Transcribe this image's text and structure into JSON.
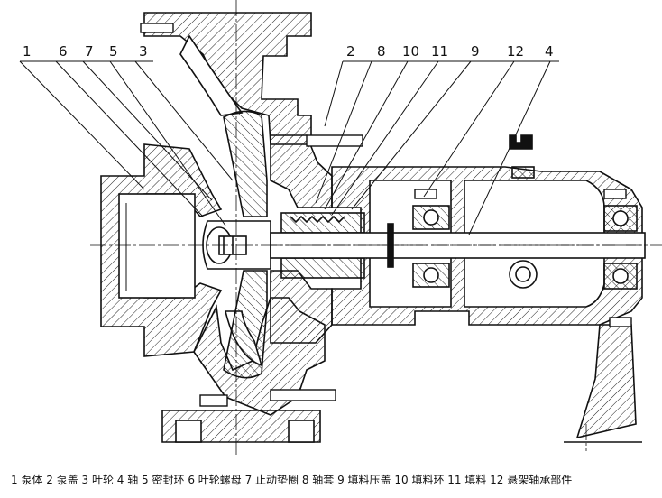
{
  "callouts": [
    "1",
    "6",
    "7",
    "5",
    "3",
    "2",
    "8",
    "10",
    "11",
    "9",
    "12",
    "4"
  ],
  "caption": "1 泵体 2 泵盖 3 叶轮 4 轴 5 密封环 6 叶轮螺母 7 止动垫圈 8 轴套 9 填料压盖 10 填料环 11 填料 12 悬架轴承部件"
}
